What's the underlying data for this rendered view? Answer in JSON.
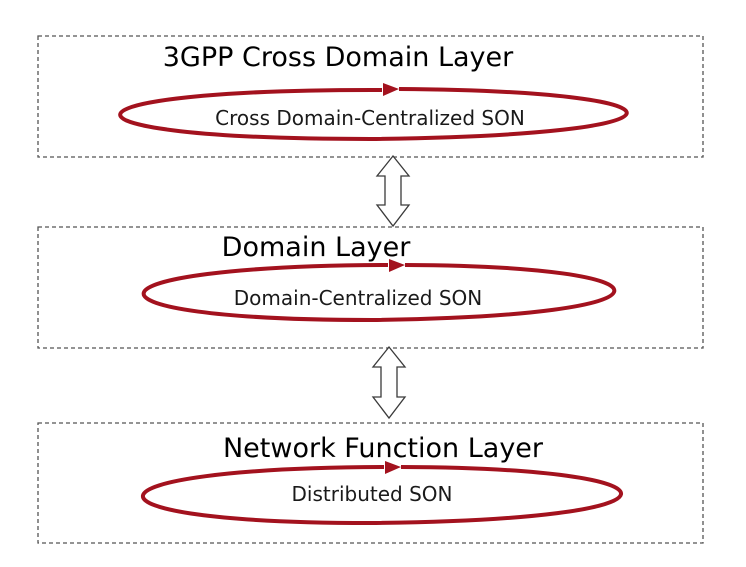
{
  "layers": [
    {
      "title": "3GPP Cross Domain Layer",
      "son_label": "Cross Domain-Centralized SON"
    },
    {
      "title": "Domain Layer",
      "son_label": "Domain-Centralized SON"
    },
    {
      "title": "Network Function Layer",
      "son_label": "Distributed SON"
    }
  ],
  "colors": {
    "loop": "#a3121e",
    "box_border": "#555555",
    "arrow_outline": "#3a3a3a"
  }
}
